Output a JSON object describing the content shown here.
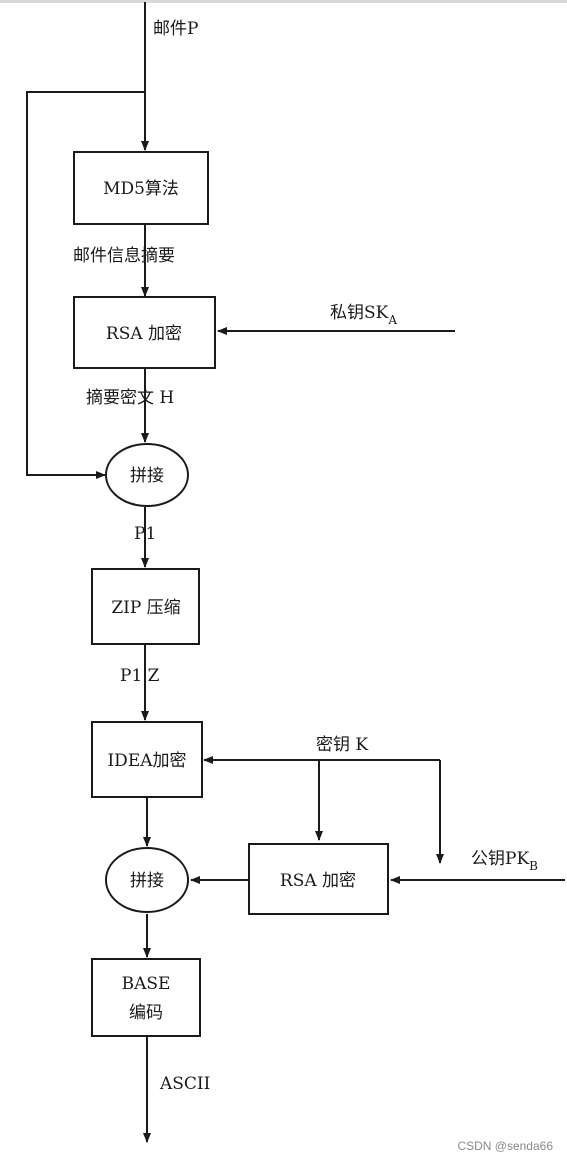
{
  "input_label": "邮件P",
  "md5_box": "MD5算法",
  "digest_label": "邮件信息摘要",
  "rsa_box_1": "RSA 加密",
  "private_key": {
    "main": "私钥SK",
    "sub": "A"
  },
  "cipher_digest_label": "摘要密文 H",
  "concat_1": "拼接",
  "p1_label": "P1",
  "zip_box": "ZIP 压缩",
  "p1z_label": "P1.Z",
  "idea_box": "IDEA加密",
  "session_key": "密钥 K",
  "concat_2": "拼接",
  "rsa_box_2": "RSA 加密",
  "public_key": {
    "main": "公钥PK",
    "sub": "B"
  },
  "base_box": {
    "line1": "BASE",
    "line2": "编码"
  },
  "output_label": "ASCII",
  "watermark": "CSDN @senda66"
}
